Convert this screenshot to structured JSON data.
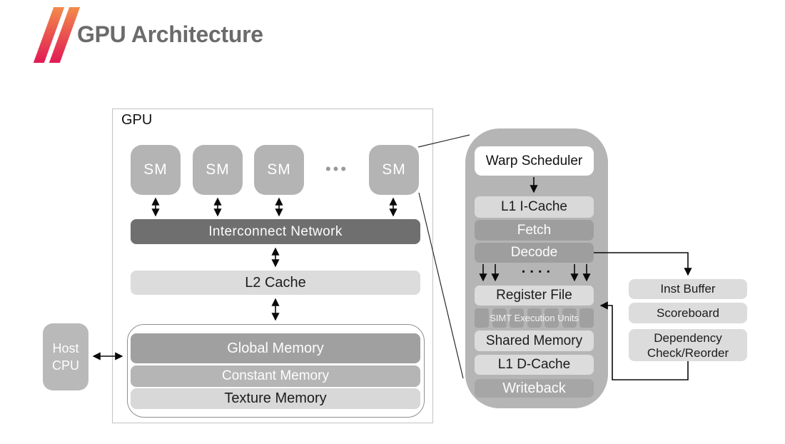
{
  "header": {
    "title": "GPU Architecture"
  },
  "gpu": {
    "label": "GPU",
    "sm_units": [
      "SM",
      "SM",
      "SM",
      "SM"
    ],
    "ellipsis": "•••",
    "interconnect_label": "Interconnect Network",
    "l2_label": "L2 Cache",
    "memory": {
      "global": "Global Memory",
      "constant": "Constant Memory",
      "texture": "Texture Memory"
    }
  },
  "host_cpu": {
    "lines": [
      "Host",
      "CPU"
    ]
  },
  "sm_detail": {
    "warp_scheduler": "Warp Scheduler",
    "l1_icache": "L1 I-Cache",
    "fetch": "Fetch",
    "decode": "Decode",
    "issue_dots": "▪ ▪ ▪ ▪",
    "register_file": "Register File",
    "simt_label": "SIMT Execution Units",
    "shared_memory": "Shared Memory",
    "l1_dcache": "L1 D-Cache",
    "writeback": "Writeback"
  },
  "instruction_pipeline": {
    "inst_buffer": "Inst Buffer",
    "scoreboard": "Scoreboard",
    "dependency_lines": [
      "Dependency",
      "Check/Reorder"
    ]
  },
  "colors": {
    "accent-top": "#f28b4b",
    "accent-bottom": "#e11a55",
    "title-gray": "#6b6b6b",
    "dark-bar": "#6f6f6f",
    "panel-gray": "#b5b5b5",
    "box-light": "#dcdcdc",
    "box-mid": "#9e9e9e",
    "global-mem": "#a0a0a0",
    "writeback-gray": "#a6a6a6"
  }
}
